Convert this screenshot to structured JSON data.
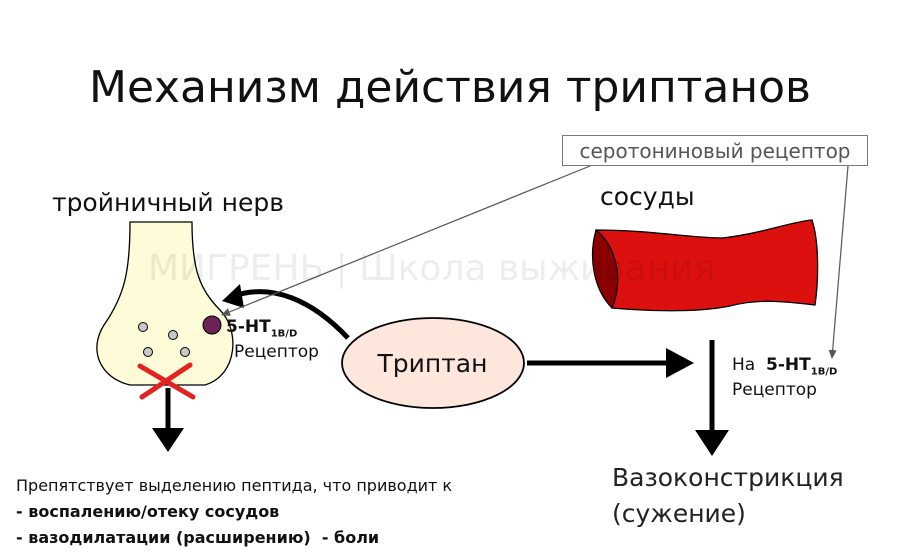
{
  "title": "Механизм действия триптанов",
  "receptor_box": "серотониновый рецептор",
  "nerve_label": "тройничный нерв",
  "vessel_label": "сосуды",
  "watermark": "МИГРЕНЬ | Школа выживания",
  "left_receptor": {
    "main": "5-HT",
    "sub": "1B/D",
    "word": "Рецептор"
  },
  "right_receptor": {
    "prefix": "На",
    "main": "5-HT",
    "sub": "1B/D",
    "word": "Рецептор"
  },
  "triptan": "Триптан",
  "bottom": {
    "intro": "Препятствует выделению пептида, что приводит к",
    "line1": "- воспалению/отеку сосудов",
    "line2": "- вазодилатации (расширению)  - боли"
  },
  "vasoconstriction": {
    "line1": "Вазоконстрикция",
    "line2": "(сужение)"
  },
  "colors": {
    "nerve_fill": "#fdfbd8",
    "vessel_red": "#dd1010",
    "vessel_dark": "#8a0000",
    "receptor_purple": "#6b2358",
    "triptan_fill": "#fde6db",
    "cross_red": "#e32222"
  }
}
